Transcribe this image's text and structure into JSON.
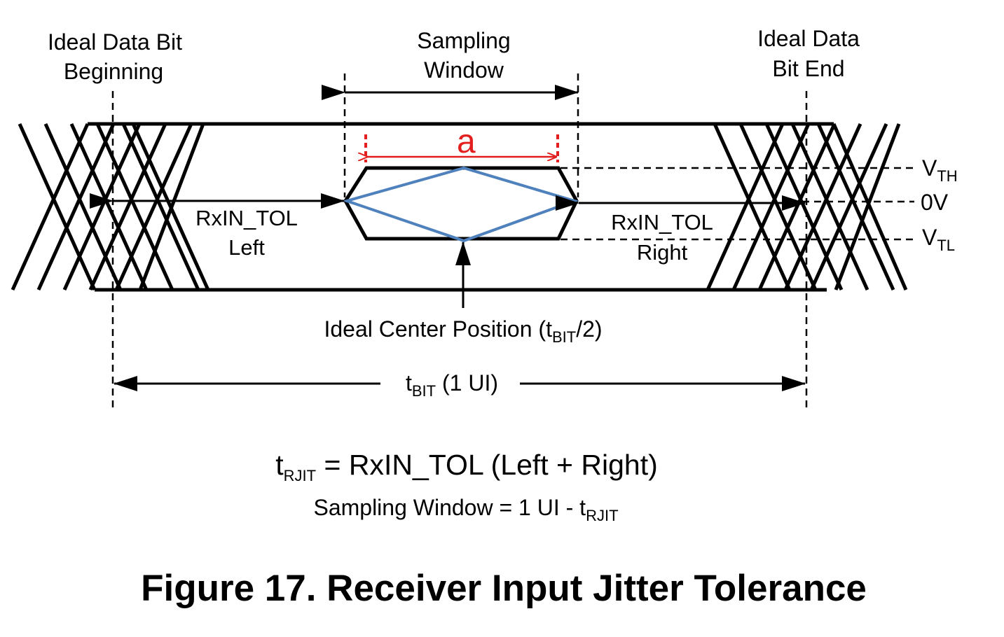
{
  "labels": {
    "ideal_begin_line1": "Ideal Data Bit",
    "ideal_begin_line2": "Beginning",
    "sampling_line1": "Sampling",
    "sampling_line2": "Window",
    "ideal_end_line1": "Ideal Data",
    "ideal_end_line2": "Bit End",
    "a_label": "a",
    "vth_main": "V",
    "vth_sub": "TH",
    "zero_v": "0V",
    "vtl_main": "V",
    "vtl_sub": "TL",
    "rxin_left_line1": "RxIN_TOL",
    "rxin_left_line2": "Left",
    "rxin_right_line1": "RxIN_TOL",
    "rxin_right_line2": "Right",
    "center_pre": "Ideal Center Position (t",
    "center_sub": "BIT",
    "center_post": "/2)",
    "tbit_main": "t",
    "tbit_sub": "BIT",
    "tbit_post": " (1 UI)"
  },
  "formulas": {
    "f1_t": "t",
    "f1_sub": "RJIT",
    "f1_rest": " = RxIN_TOL (Left + Right)",
    "f2_main": "Sampling Window = 1 UI - t",
    "f2_sub": "RJIT"
  },
  "caption": "Figure 17.  Receiver Input Jitter Tolerance",
  "colors": {
    "ink": "#000000",
    "highlight_red": "#e31e1e",
    "ideal_eye_blue": "#4f81bd"
  }
}
